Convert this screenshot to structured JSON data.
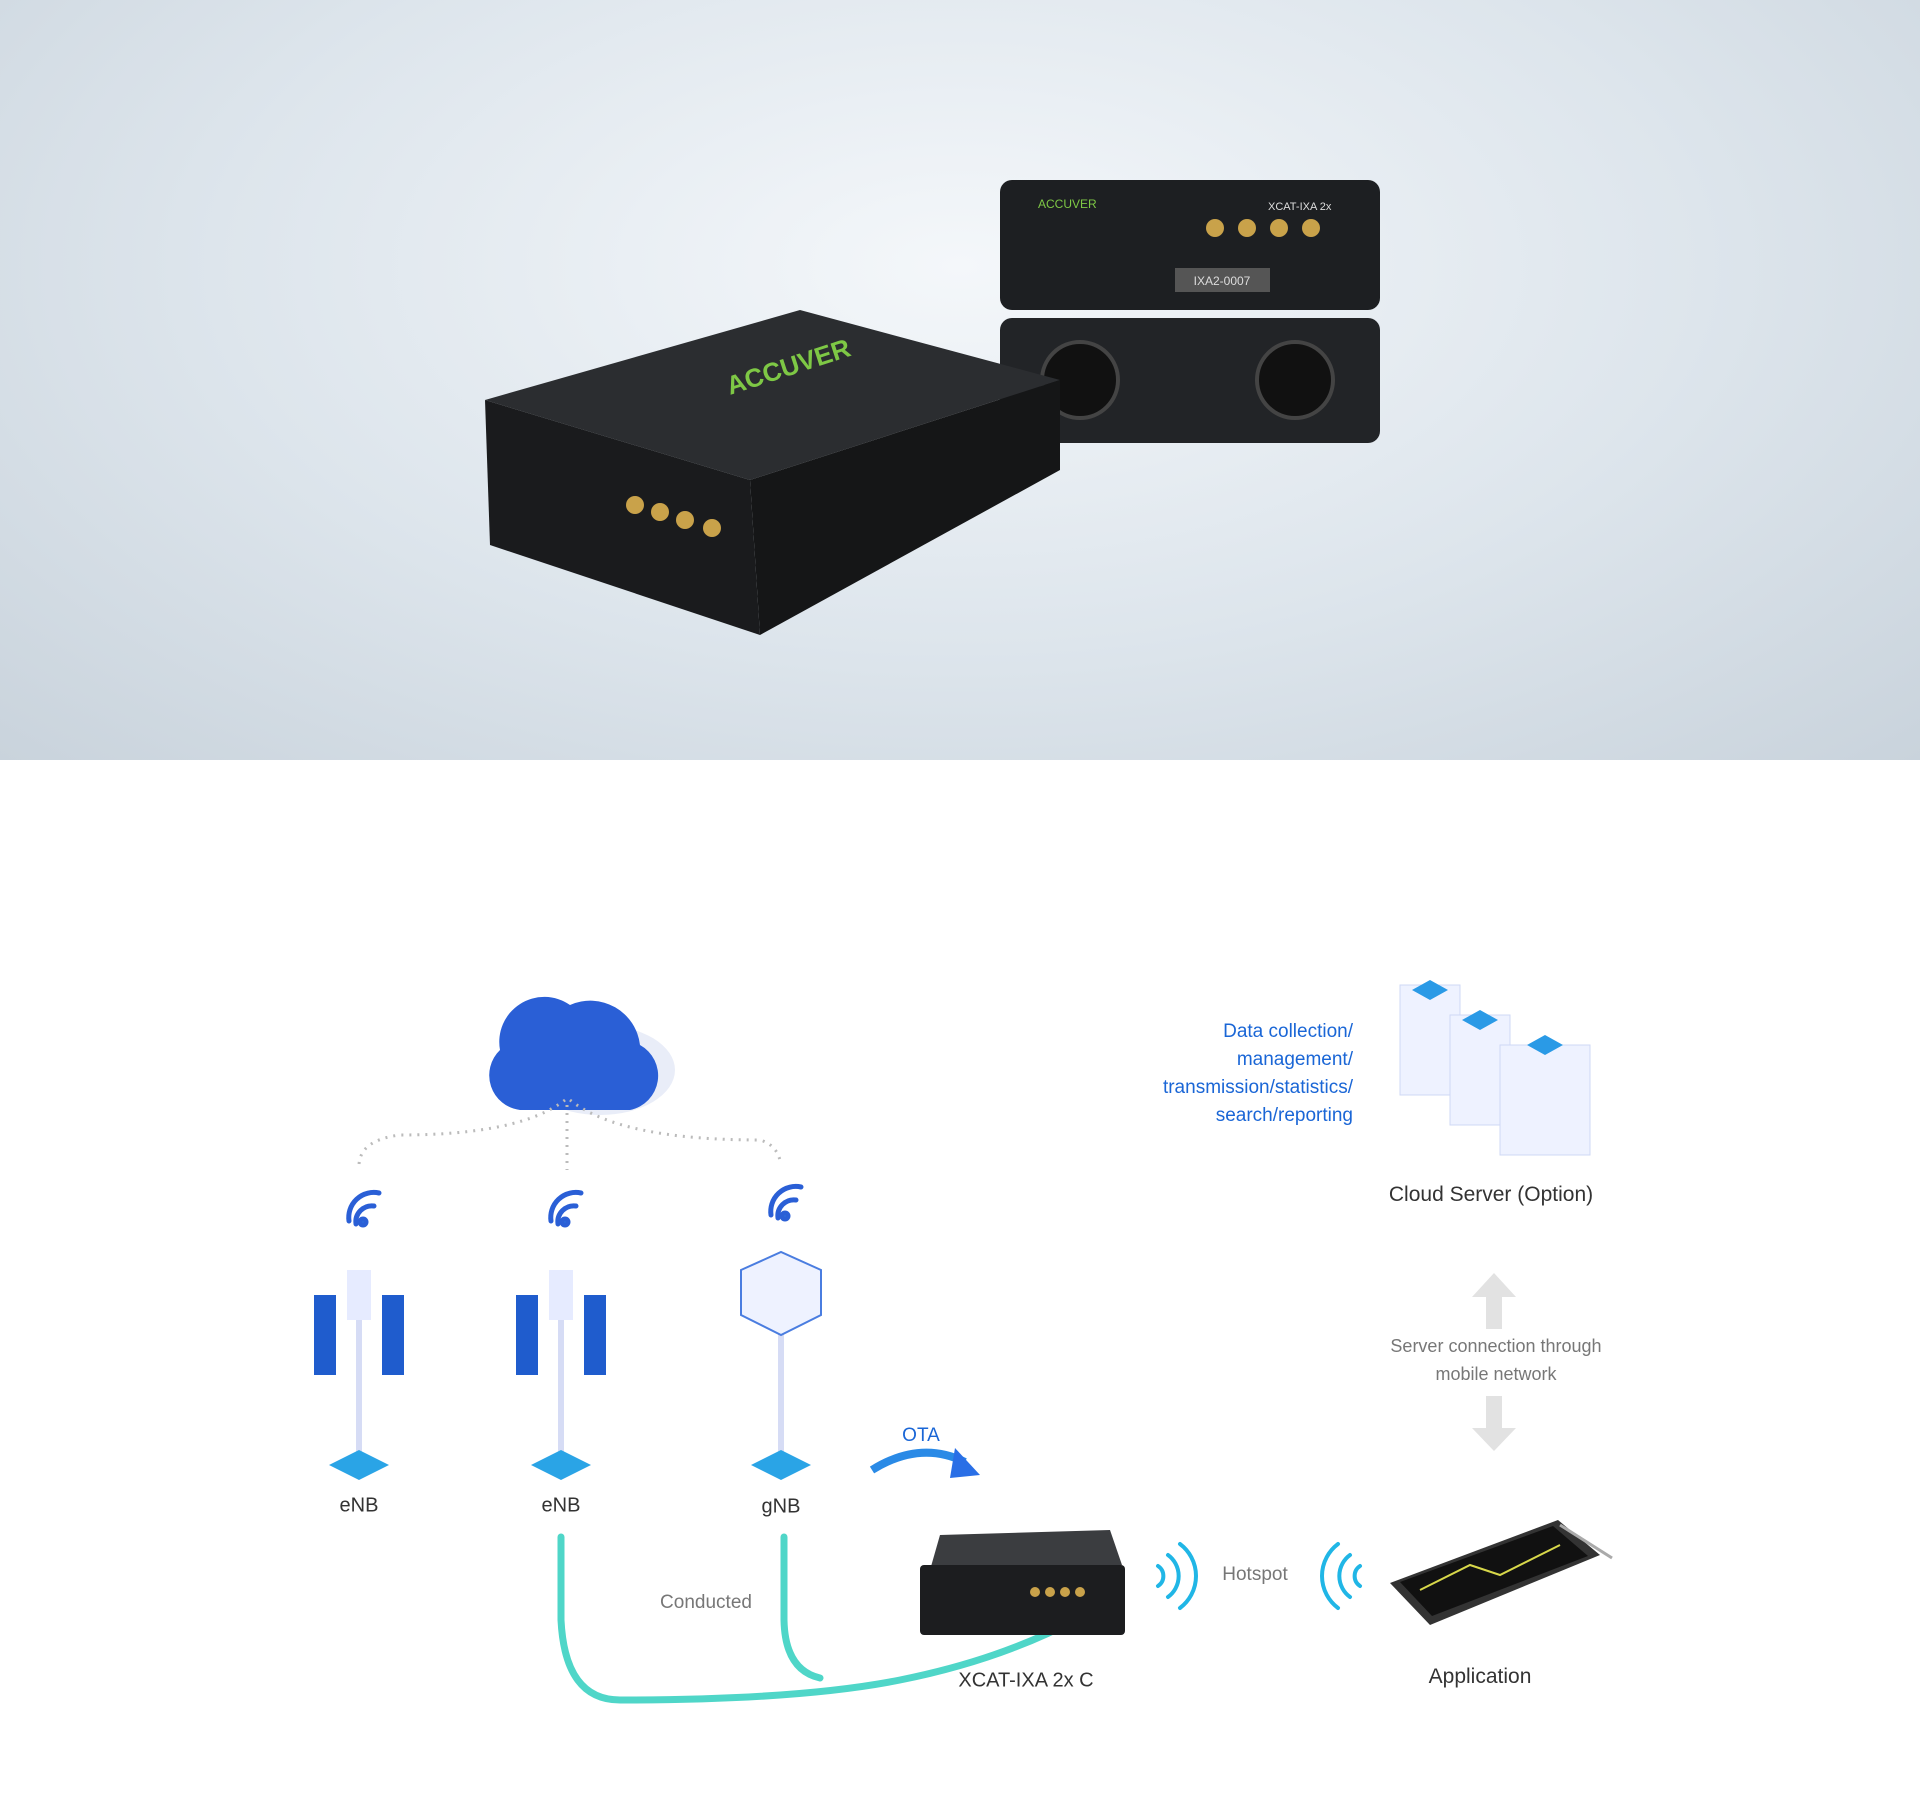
{
  "hero": {
    "device_brand": "ACCUVER",
    "device_model": "XCAT-IXA 2x",
    "serial": "IXA2-0007"
  },
  "diagram": {
    "stations": [
      {
        "label": "eNB"
      },
      {
        "label": "eNB"
      },
      {
        "label": "gNB"
      }
    ],
    "ota_label": "OTA",
    "conducted_label": "Conducted",
    "device_label": "XCAT-IXA 2x C",
    "hotspot_label": "Hotspot",
    "application_label": "Application",
    "cloud_server_label": "Cloud Server (Option)",
    "data_functions": [
      "Data collection/",
      "management/",
      "transmission/statistics/",
      "search/reporting"
    ],
    "server_connection": [
      "Server connection through",
      "mobile network"
    ],
    "colors": {
      "accent": "#1a66d6",
      "cable": "#4fd6c8",
      "arrow": "#dddddd"
    }
  }
}
